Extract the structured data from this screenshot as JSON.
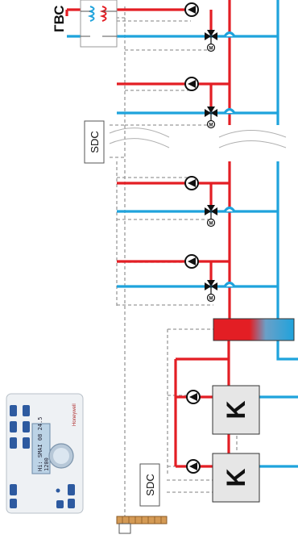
{
  "labels": {
    "dhw": "ГВС",
    "controller_top": "SDC",
    "controller_bottom": "SDC",
    "boiler_1": "K",
    "boiler_2": "K"
  },
  "device": {
    "brand": "Honeywell",
    "screen_line1": "Hi: SMAI 08  24.5",
    "screen_line2": "1200"
  },
  "colors": {
    "supply": "#e31e24",
    "return": "#1fa3dc",
    "control": "#9a9a9a",
    "boiler_fill": "#e6e6e6",
    "device_body": "#eef1f4",
    "device_screen": "#bcd3e6",
    "device_keys": "#2d5aa0"
  }
}
